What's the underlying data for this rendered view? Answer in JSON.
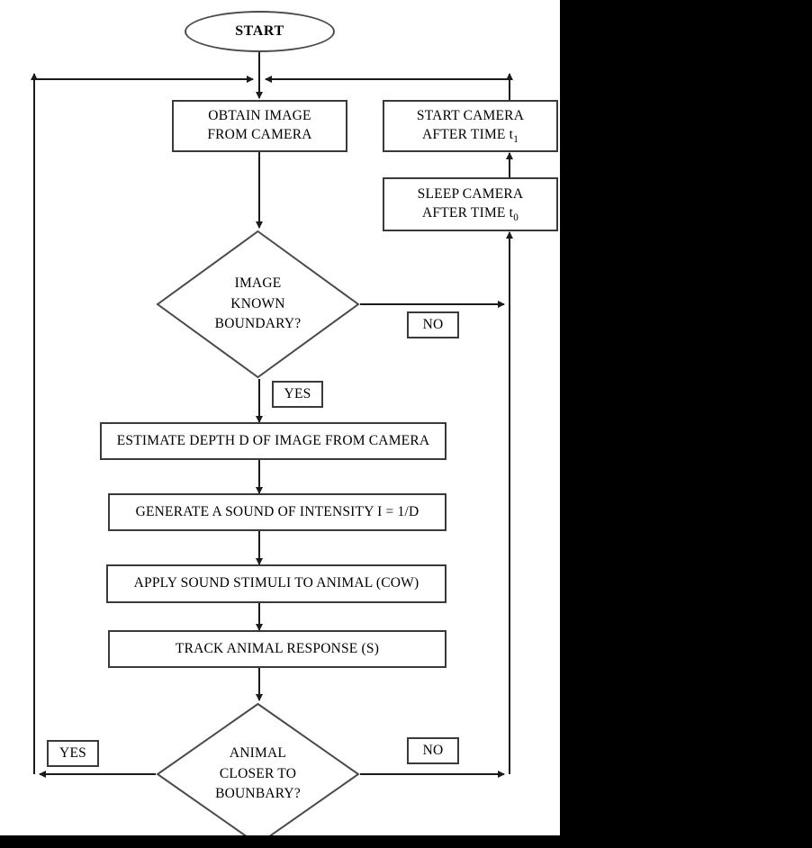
{
  "diagram": {
    "type": "flowchart",
    "title": "Animal boundary monitoring flowchart",
    "colors": {
      "canvas": "#ffffff",
      "outside": "#000000",
      "stroke": "#3a3a3a",
      "text": "#000000"
    }
  },
  "nodes": {
    "start": {
      "label": "START",
      "shape": "ellipse"
    },
    "obtain_image": {
      "line1": "OBTAIN IMAGE",
      "line2": "FROM CAMERA",
      "shape": "process"
    },
    "start_camera": {
      "line1": "START CAMERA",
      "line2_prefix": "AFTER TIME t",
      "line2_sub": "1",
      "shape": "process"
    },
    "sleep_camera": {
      "line1": "SLEEP CAMERA",
      "line2_prefix": "AFTER TIME t",
      "line2_sub": "0",
      "shape": "process"
    },
    "image_known_boundary": {
      "line1": "IMAGE",
      "line2": "KNOWN",
      "line3": "BOUNDARY?",
      "shape": "decision"
    },
    "estimate_depth": {
      "label": "ESTIMATE DEPTH D OF IMAGE FROM CAMERA",
      "shape": "process"
    },
    "generate_sound": {
      "label": "GENERATE A SOUND OF INTENSITY I = 1/D",
      "shape": "process"
    },
    "apply_stimuli": {
      "label": "APPLY SOUND STIMULI TO ANIMAL (COW)",
      "shape": "process"
    },
    "track_response": {
      "label": "TRACK ANIMAL RESPONSE (S)",
      "shape": "process"
    },
    "animal_closer": {
      "line1": "ANIMAL",
      "line2": "CLOSER TO",
      "line3": "BOUNBARY?",
      "shape": "decision"
    }
  },
  "edge_labels": {
    "boundary_no": "NO",
    "boundary_yes": "YES",
    "animal_yes": "YES",
    "animal_no": "NO"
  }
}
